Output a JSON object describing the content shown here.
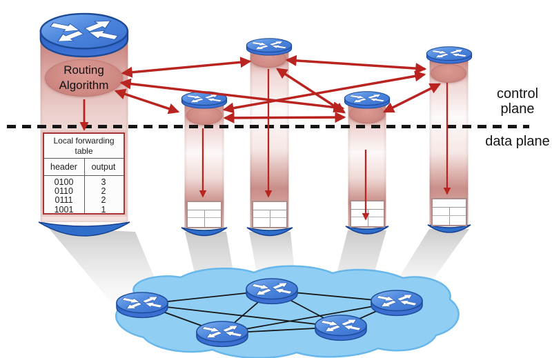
{
  "plane_labels": {
    "control": "control plane",
    "data": "data plane"
  },
  "routing_algorithm_label": "Routing Algorithm",
  "forwarding_table": {
    "title": "Local forwarding table",
    "columns": [
      "header",
      "output"
    ],
    "rows": [
      [
        "0100",
        "3"
      ],
      [
        "0110",
        "2"
      ],
      [
        "0111",
        "2"
      ],
      [
        "1001",
        "1"
      ]
    ]
  },
  "colors": {
    "arrow_red": "#b92420",
    "router_blue_top": "#4a84dc",
    "router_blue_side": "#2b5fc2",
    "cloud_blue": "#90cef4",
    "column_pink": "#c9827d",
    "table_border_red": "#a63434",
    "dashed_line": "#141414"
  }
}
